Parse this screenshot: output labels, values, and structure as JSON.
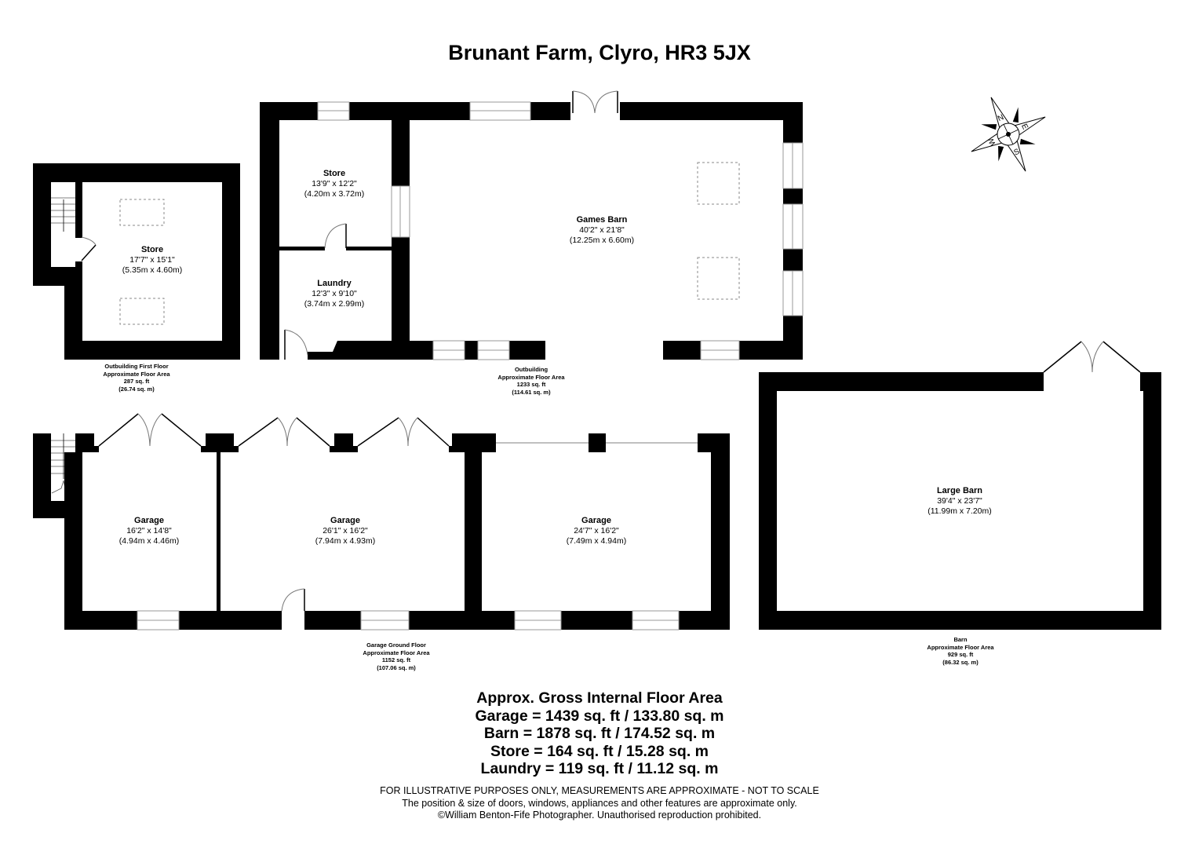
{
  "header": {
    "title": "Brunant Farm, Clyro, HR3 5JX"
  },
  "compass": {
    "icon": "compass-rose-icon",
    "labels": [
      "N",
      "E",
      "S",
      "W"
    ]
  },
  "floors": [
    {
      "id": "outbuilding-first-floor",
      "label_lines": [
        "Outbuilding First Floor",
        "Approximate Floor Area",
        "287 sq. ft",
        "(26.74 sq. m)"
      ],
      "rooms": [
        {
          "name": "Store",
          "imperial": "17'7\" x 15'1\"",
          "metric": "(5.35m x 4.60m)"
        }
      ]
    },
    {
      "id": "outbuilding",
      "label_lines": [
        "Outbuilding",
        "Approximate Floor Area",
        "1233 sq. ft",
        "(114.61 sq. m)"
      ],
      "rooms": [
        {
          "name": "Store",
          "imperial": "13'9\" x 12'2\"",
          "metric": "(4.20m x 3.72m)"
        },
        {
          "name": "Laundry",
          "imperial": "12'3\" x 9'10\"",
          "metric": "(3.74m x 2.99m)"
        },
        {
          "name": "Games Barn",
          "imperial": "40'2\" x 21'8\"",
          "metric": "(12.25m x 6.60m)"
        }
      ]
    },
    {
      "id": "garage-ground-floor",
      "label_lines": [
        "Garage Ground Floor",
        "Approximate Floor Area",
        "1152 sq. ft",
        "(107.06 sq. m)"
      ],
      "rooms": [
        {
          "name": "Garage",
          "imperial": "16'2\" x 14'8\"",
          "metric": "(4.94m x 4.46m)"
        },
        {
          "name": "Garage",
          "imperial": "26'1\" x 16'2\"",
          "metric": "(7.94m x 4.93m)"
        },
        {
          "name": "Garage",
          "imperial": "24'7\" x 16'2\"",
          "metric": "(7.49m x 4.94m)"
        }
      ]
    },
    {
      "id": "barn",
      "label_lines": [
        "Barn",
        "Approximate Floor Area",
        "929 sq. ft",
        "(86.32 sq. m)"
      ],
      "rooms": [
        {
          "name": "Large Barn",
          "imperial": "39'4\" x 23'7\"",
          "metric": "(11.99m x 7.20m)"
        }
      ]
    }
  ],
  "summary": {
    "heading": "Approx. Gross Internal Floor Area",
    "lines": [
      "Garage = 1439 sq. ft / 133.80 sq. m",
      "Barn = 1878 sq. ft / 174.52 sq. m",
      "Store = 164 sq. ft / 15.28 sq. m",
      "Laundry = 119 sq. ft / 11.12 sq. m"
    ]
  },
  "disclaimer": {
    "lines": [
      "FOR ILLUSTRATIVE PURPOSES ONLY, MEASUREMENTS ARE APPROXIMATE - NOT TO SCALE",
      "The position & size of doors, windows, appliances and other features are approximate only.",
      "©William Benton-Fife Photographer. Unauthorised reproduction prohibited."
    ]
  },
  "colors": {
    "wall": "#000000",
    "background": "#ffffff",
    "window_line": "#9a9a9a",
    "dashed_skylight": "#8a8a8a"
  }
}
